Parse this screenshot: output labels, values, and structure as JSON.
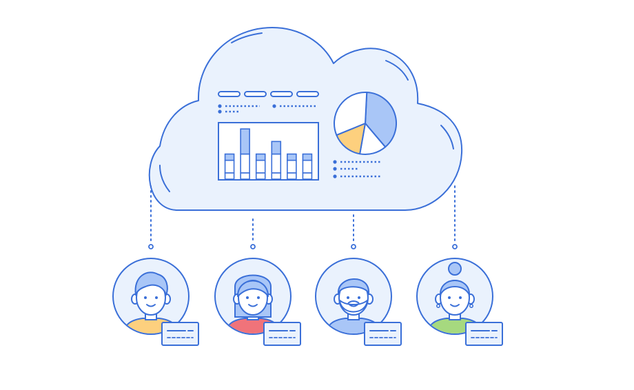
{
  "colors": {
    "outline": "#3a6fd8",
    "cloud_fill": "#eaf2fd",
    "accent_blue": "#a9c6f7",
    "accent_yellow": "#fdd07e",
    "accent_red": "#f0737a",
    "accent_green": "#a6d97f",
    "face_fill": "#ffffff",
    "background": "#ffffff"
  },
  "cloud": {
    "chart_data": [
      {
        "type": "bar",
        "categories": [],
        "series": [
          {
            "values": [
              2,
              3,
              2,
              3,
              2,
              2
            ]
          },
          {
            "values": [
              1,
              4,
              1,
              2,
              1,
              1
            ]
          },
          {
            "values": [
              1,
              1,
              1,
              1,
              1,
              1
            ]
          }
        ],
        "stacked": true,
        "ylim": [
          0,
          8
        ],
        "grid": false
      },
      {
        "type": "pie",
        "values": [
          38,
          14,
          16,
          32
        ],
        "colors": [
          "#a9c6f7",
          "#ffffff",
          "#fdd07e",
          "#ffffff"
        ]
      }
    ],
    "tab_pills": 4,
    "legend_rows": 3
  },
  "users": [
    {
      "shirt": "#fdd07e",
      "hair": "short"
    },
    {
      "shirt": "#f0737a",
      "hair": "long"
    },
    {
      "shirt": "#a9c6f7",
      "hair": "beard"
    },
    {
      "shirt": "#a6d97f",
      "hair": "bun"
    }
  ],
  "icons": {
    "cloud": "cloud-icon",
    "card": "id-card-icon",
    "avatar": "user-avatar-icon"
  }
}
